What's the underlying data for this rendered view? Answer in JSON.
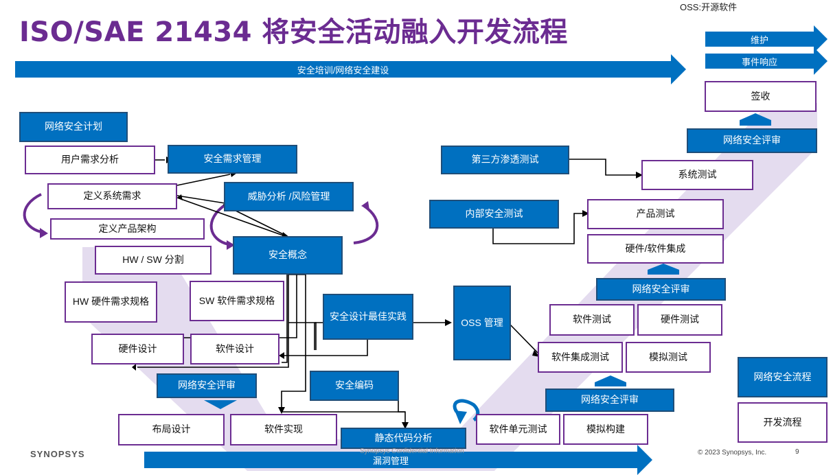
{
  "title": "ISO/SAE 21434 将安全活动融入开发流程",
  "note": "OSS:开源软件",
  "arrows": {
    "training": "安全培训/网络安全建设",
    "maintain": "维护",
    "incident": "事件响应",
    "vuln": "漏洞管理"
  },
  "boxes": {
    "cyber_plan": "网络安全计划",
    "user_req": "用户需求分析",
    "sec_req_mgmt": "安全需求管理",
    "def_sys_req": "定义系统需求",
    "threat": "威胁分析 /风险管理",
    "def_arch": "定义产品架构",
    "sec_concept": "安全概念",
    "hw_sw_split": "HW / SW 分割",
    "hw_req": "HW 硬件需求规格",
    "sw_req": "SW 软件需求规格",
    "best_practice": "安全设计最佳实践",
    "oss_mgmt": "OSS 管理",
    "hw_design": "硬件设计",
    "sw_design": "软件设计",
    "review1": "网络安全评审",
    "secure_coding": "安全编码",
    "layout": "布局设计",
    "sw_impl": "软件实现",
    "static_analysis": "静态代码分析",
    "unit_test": "软件单元测试",
    "sim_build": "模拟构建",
    "review2": "网络安全评审",
    "sw_int_test": "软件集成测试",
    "sim_test": "模拟测试",
    "sw_test": "软件测试",
    "hw_test": "硬件测试",
    "review3": "网络安全评审",
    "hw_sw_int": "硬件/软件集成",
    "product_test": "产品测试",
    "internal_test": "内部安全测试",
    "pentest": "第三方渗透测试",
    "sys_test": "系统测试",
    "review4": "网络安全评审",
    "signoff": "签收"
  },
  "legend": {
    "security": "网络安全流程",
    "dev": "开发流程"
  },
  "footer": {
    "logo": "SYNOPSYS",
    "copyright": "© 2023 Synopsys, Inc.",
    "page": "9",
    "faint": "Synopsys Confidential Information"
  },
  "colors": {
    "security_blue": "#0070c0",
    "dev_border": "#6b2c91",
    "v_band": "#e4dcef"
  }
}
